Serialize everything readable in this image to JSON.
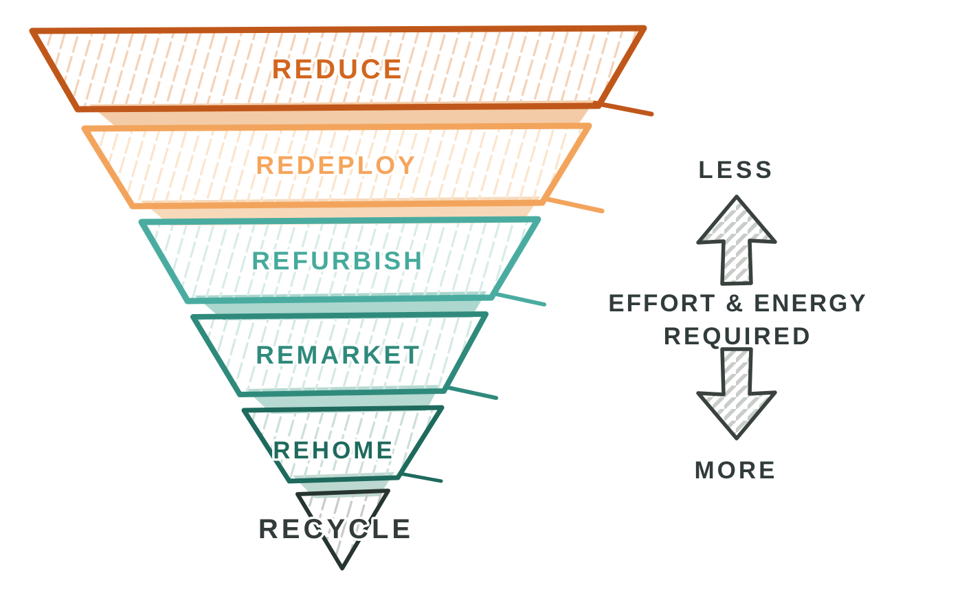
{
  "funnel": {
    "levels": [
      {
        "label": "REDUCE",
        "border_color": "#c0571a",
        "text_color": "#d2661e",
        "hatch_color": "#f3d2b8",
        "fold_color": "#f3cba6"
      },
      {
        "label": "REDEPLOY",
        "border_color": "#f3a45c",
        "text_color": "#f6a55c",
        "hatch_color": "#fbe5cd",
        "fold_color": "#f7d9ba"
      },
      {
        "label": "REFURBISH",
        "border_color": "#4aaca0",
        "text_color": "#45aa9c",
        "hatch_color": "#d8ece8",
        "fold_color": "#abd7cf"
      },
      {
        "label": "REMARKET",
        "border_color": "#2f8a7c",
        "text_color": "#2f8a7c",
        "hatch_color": "#d5e9e5",
        "fold_color": "#b6d9d2"
      },
      {
        "label": "REHOME",
        "border_color": "#1e6a5d",
        "text_color": "#1e6a5d",
        "hatch_color": "#ccdfda",
        "fold_color": "#bdd8d1"
      },
      {
        "label": "RECYCLE",
        "border_color": "#273530",
        "text_color": "#343b3b",
        "hatch_color": "#c7cbc8"
      }
    ]
  },
  "annotation": {
    "less_label": "LESS",
    "center_line1": "EFFORT & ENERGY",
    "center_line2": "REQUIRED",
    "more_label": "MORE",
    "text_color": "#323b3b",
    "arrow_outline_color": "#3a423e",
    "arrow_hatch_color": "#c9cdca"
  }
}
